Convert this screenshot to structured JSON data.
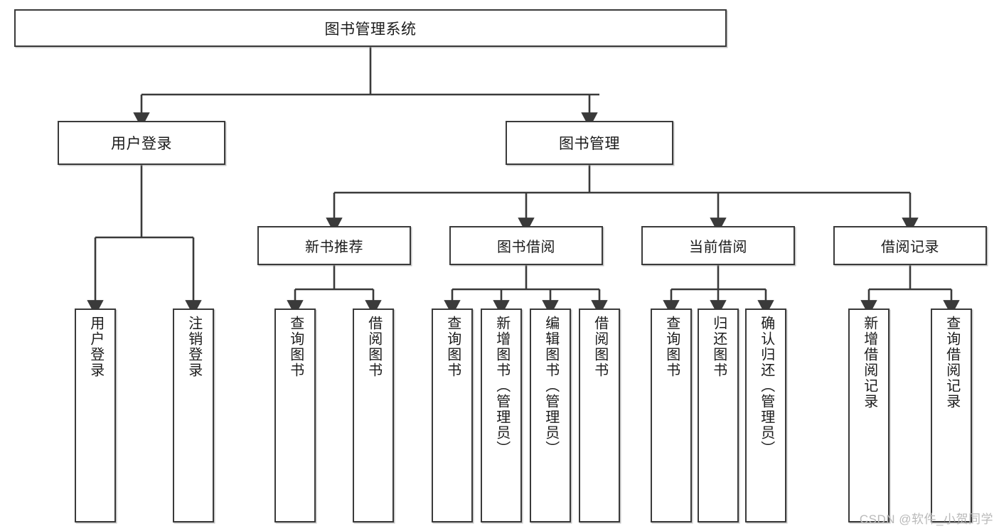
{
  "diagram": {
    "title": "图书管理系统",
    "watermark": "CSDN @软件_小贺同学",
    "stroke_color": "#3a3a3a",
    "fill_color": "#ffffff",
    "text_color": "#1b1b1b",
    "watermark_color": "#b9b9b9",
    "root": {
      "label": "图书管理系统"
    },
    "level2": [
      {
        "label": "用户登录"
      },
      {
        "label": "图书管理"
      }
    ],
    "level3": [
      {
        "label": "新书推荐"
      },
      {
        "label": "图书借阅"
      },
      {
        "label": "当前借阅"
      },
      {
        "label": "借阅记录"
      }
    ],
    "leaves": {
      "user_login": [
        {
          "label": "用户登录"
        },
        {
          "label": "注销登录"
        }
      ],
      "new_book_recommend": [
        {
          "label": "查询图书"
        },
        {
          "label": "借阅图书"
        }
      ],
      "book_borrow": [
        {
          "label": "查询图书"
        },
        {
          "label": "新增图书（管理员）"
        },
        {
          "label": "编辑图书（管理员）"
        },
        {
          "label": "借阅图书"
        }
      ],
      "current_borrow": [
        {
          "label": "查询图书"
        },
        {
          "label": "归还图书"
        },
        {
          "label": "确认归还（管理员）"
        }
      ],
      "borrow_record": [
        {
          "label": "新增借阅记录"
        },
        {
          "label": "查询借阅记录"
        }
      ]
    }
  }
}
